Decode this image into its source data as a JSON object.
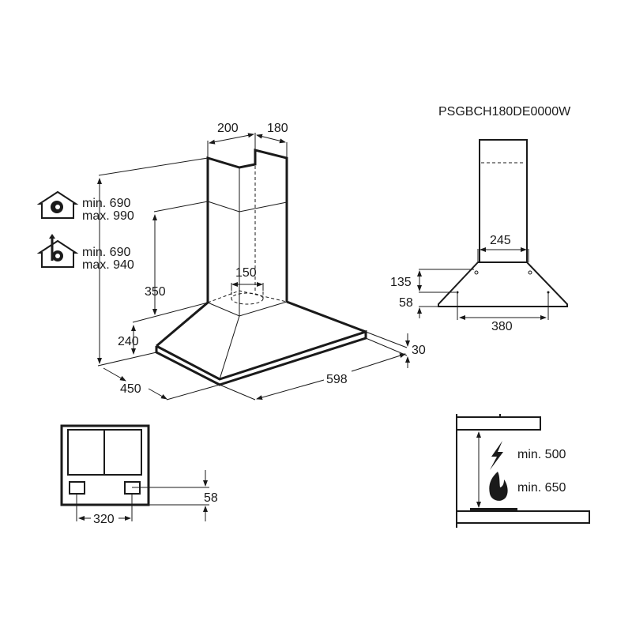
{
  "model": "PSGBCH180DE0000W",
  "main_view": {
    "chimney_width": "200",
    "chimney_depth": "180",
    "duct_diameter": "150",
    "extraction_mode": {
      "min": "min. 690",
      "max": "max. 990"
    },
    "recirculation_mode": {
      "min": "min. 690",
      "max": "max. 940"
    },
    "canopy_height_upper": "350",
    "canopy_height_lower": "240",
    "depth": "450",
    "width": "598",
    "plate_thickness": "30"
  },
  "side_view": {
    "hole_spacing_top": "245",
    "height_135": "135",
    "height_58": "58",
    "hole_spacing_bottom": "380"
  },
  "bottom_view": {
    "offset": "58",
    "spacing": "320"
  },
  "clearance": {
    "electric": "min. 500",
    "gas": "min. 650"
  }
}
